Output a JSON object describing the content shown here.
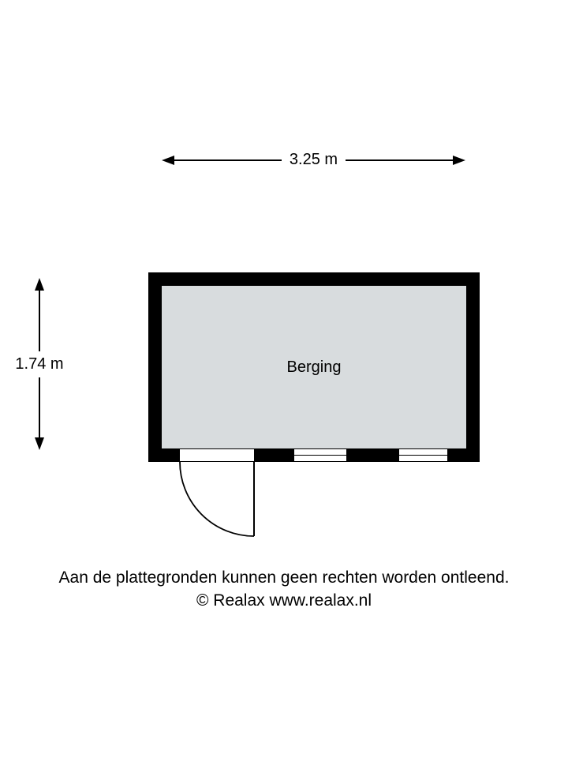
{
  "floorplan": {
    "room_label": "Berging",
    "width_label": "3.25 m",
    "height_label": "1.74 m"
  },
  "footer": {
    "disclaimer": "Aan de plattegronden kunnen geen rechten worden ontleend.",
    "copyright": "© Realax www.realax.nl"
  },
  "colors": {
    "wall": "#000000",
    "floor_fill": "#d8dcde",
    "line": "#000000",
    "background": "#ffffff"
  }
}
